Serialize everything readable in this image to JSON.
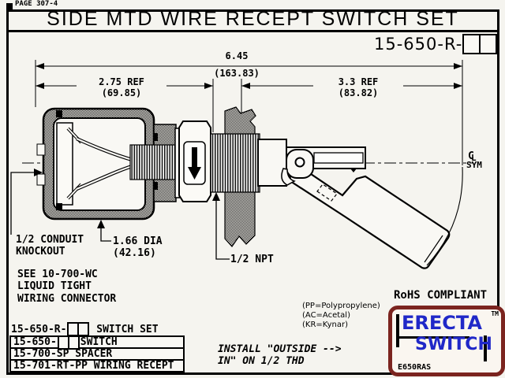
{
  "page": {
    "label": "PAGE 307-4",
    "title": "SIDE MTD WIRE RECEPT SWITCH SET",
    "part_number_prefix": "15-650-R-"
  },
  "dimensions": {
    "overall": {
      "value": "6.45",
      "metric": "(163.83)"
    },
    "left": {
      "value": "2.75 REF",
      "metric": "(69.85)"
    },
    "right": {
      "value": "3.3 REF",
      "metric": "(83.82)"
    }
  },
  "callouts": {
    "conduit_knockout": "1/2 CONDUIT\nKNOCKOUT",
    "diameter": "1.66 DIA\n(42.16)",
    "npt": "1/2 NPT",
    "connector_note": "SEE 10-700-WC\nLIQUID TIGHT\nWIRING CONNECTOR",
    "materials_note": "(PP=Polypropylene)\n(AC=Acetal)\n(KR=Kynar)",
    "install_note": "INSTALL \"OUTSIDE -->\nIN\" ON 1/2 THD",
    "rohs": "RoHS COMPLIANT",
    "centerline_c": "C",
    "centerline_l": "L",
    "centerline_sym": "SYM"
  },
  "parts_table": {
    "header": {
      "code": "15-650-R-",
      "desc": " SWITCH SET"
    },
    "rows": [
      {
        "code": "15-650-",
        "desc": "SWITCH",
        "has_boxes": true
      },
      {
        "code": "15-700-SP",
        "desc": " SPACER",
        "has_boxes": false
      },
      {
        "code": "15-701-RT-PP",
        "desc": " WIRING RECEPT",
        "has_boxes": false
      }
    ]
  },
  "logo": {
    "brand_top": "ERECTA",
    "brand_bottom": "SWITCH",
    "tm": "TM",
    "model": "E650RAS",
    "border_color": "#7b241f",
    "text_color": "#2028c8"
  }
}
